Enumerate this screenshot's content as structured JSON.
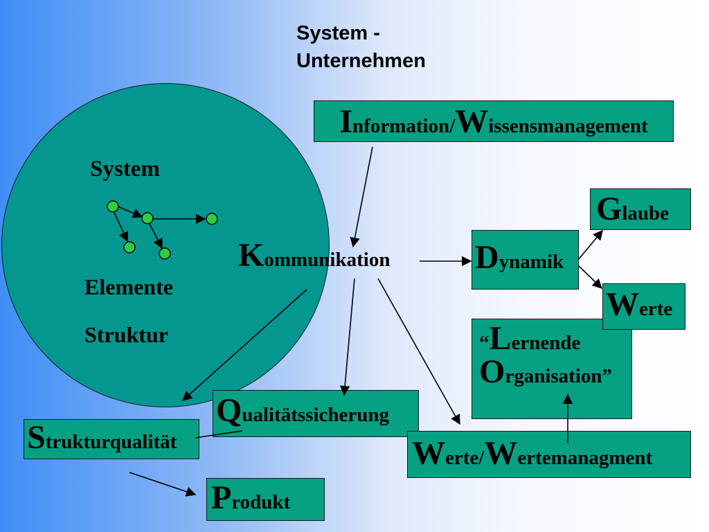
{
  "title": {
    "line1": "System -",
    "line2": "Unternehmen"
  },
  "circle": {
    "system_label": "System",
    "elemente_label": "Elemente",
    "struktur_label": "Struktur"
  },
  "center": {
    "cap": "K",
    "rest": "ommunikation"
  },
  "boxes": {
    "information": {
      "cap1": "I",
      "rest1": "nformation/",
      "cap2": "W",
      "rest2": "issensmanagement"
    },
    "dynamik": {
      "cap": "D",
      "rest": "ynamik"
    },
    "glaube": {
      "cap": "G",
      "rest": "laube"
    },
    "werte": {
      "cap": "W",
      "rest": "erte"
    },
    "lernende": {
      "open_quote": "“",
      "cap1": "L",
      "rest1": "ernende",
      "cap2": "O",
      "rest2": "rganisation”"
    },
    "qualitaet": {
      "cap": "Q",
      "rest": "ualitätssicherung"
    },
    "strukturqualitaet": {
      "cap": "S",
      "rest": "trukturqualität"
    },
    "wertemanagment": {
      "cap1": "W",
      "rest1": "erte/",
      "cap2": "W",
      "rest2": "ertemanagment"
    },
    "produkt": {
      "cap": "P",
      "rest": "rodukt"
    }
  },
  "colors": {
    "box_fill": "#06a083",
    "circle_fill": "#04978f",
    "background_left": "#3f8ef7",
    "background_right": "#ffffff"
  }
}
